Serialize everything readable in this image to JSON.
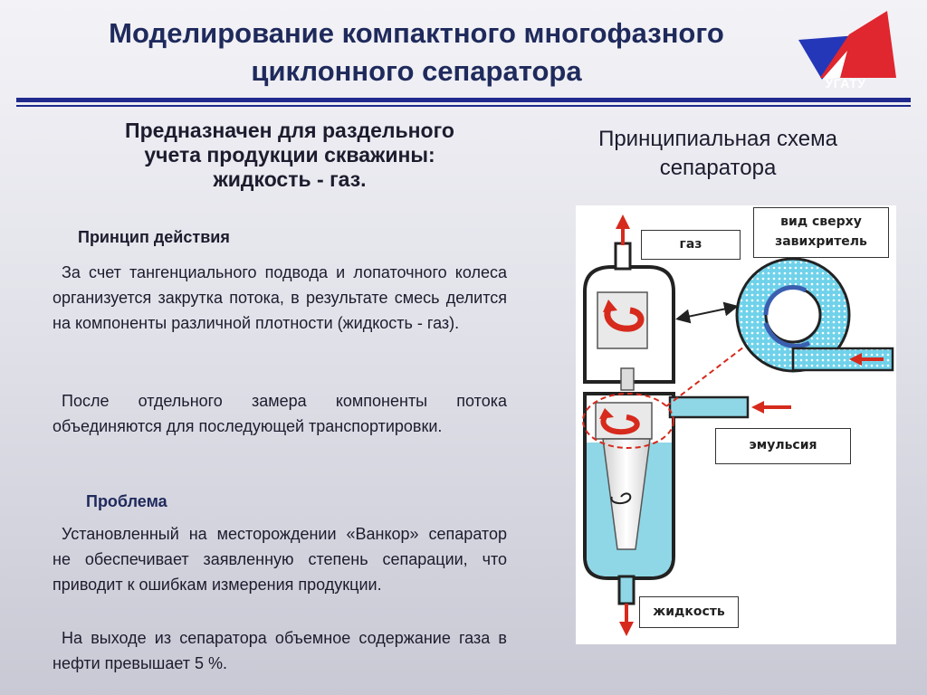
{
  "header": {
    "title_line1": "Моделирование компактного многофазного",
    "title_line2": "циклонного сепаратора",
    "logo_text": "УГАТУ"
  },
  "left": {
    "purpose_line1": "Предназначен для раздельного",
    "purpose_line2": "учета продукции скважины:",
    "purpose_line3": "жидкость - газ.",
    "principle_heading": "Принцип действия",
    "principle_p1": "За счет тангенциального подвода и лопаточного колеса организуется закрутка потока, в результате смесь делится на компоненты различной плотности (жидкость - газ).",
    "principle_p2": "После отдельного замера компоненты потока объединяются для последующей транспортировки.",
    "problem_heading": "Проблема",
    "problem_p1": "Установленный на месторождении «Ванкор» сепаратор не обеспечивает заявленную степень сепарации, что приводит к ошибкам измерения продукции.",
    "problem_p2": "На выходе из сепаратора объемное содержание газа в нефти превышает 5 %."
  },
  "right": {
    "schema_title_line1": "Принципиальная схема",
    "schema_title_line2": "сепаратора",
    "labels": {
      "gas": "газ",
      "top_view_line1": "вид сверху",
      "top_view_line2": "завихритель",
      "emulsion": "эмульсия",
      "liquid": "жидкость"
    }
  },
  "colors": {
    "title": "#1f2a5c",
    "rule": "#1f2a8c",
    "logo_red": "#e0262e",
    "logo_blue": "#2437b8",
    "arrow_red": "#d62a1c",
    "liquid": "#8fd7e6",
    "swirler": "#6fd2ea"
  }
}
